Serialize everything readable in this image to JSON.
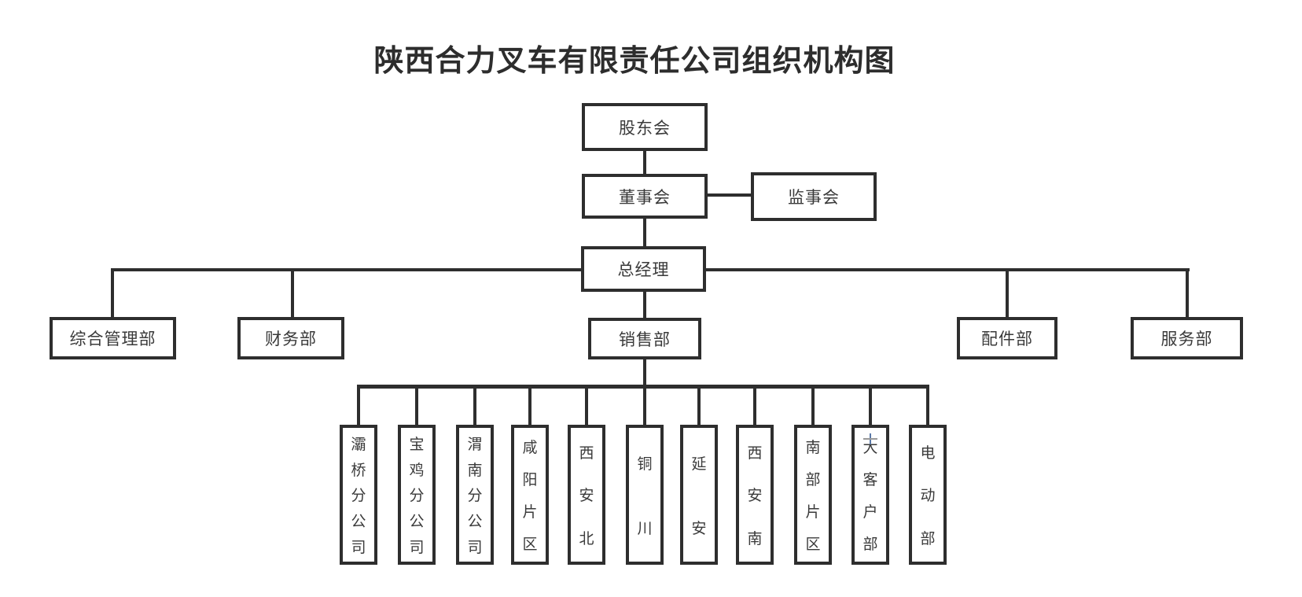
{
  "title": "陕西合力叉车有限责任公司组织机构图",
  "colors": {
    "line": "#2e2e2e",
    "text": "#3a3a3a",
    "background": "#ffffff"
  },
  "org": {
    "top": {
      "shareholders": "股东会",
      "board": "董事会",
      "supervisory": "监事会",
      "general_manager": "总经理"
    },
    "departments": [
      "综合管理部",
      "财务部",
      "销售部",
      "配件部",
      "服务部"
    ],
    "sales_units": [
      "灞桥分公司",
      "宝鸡分公司",
      "渭南分公司",
      "咸阳片区",
      "西安北",
      "铜川",
      "延安",
      "西安南",
      "南部片区",
      "大客户部",
      "电动部"
    ]
  },
  "icons": {
    "cursor_artifact": "i-beam-text-cursor"
  }
}
